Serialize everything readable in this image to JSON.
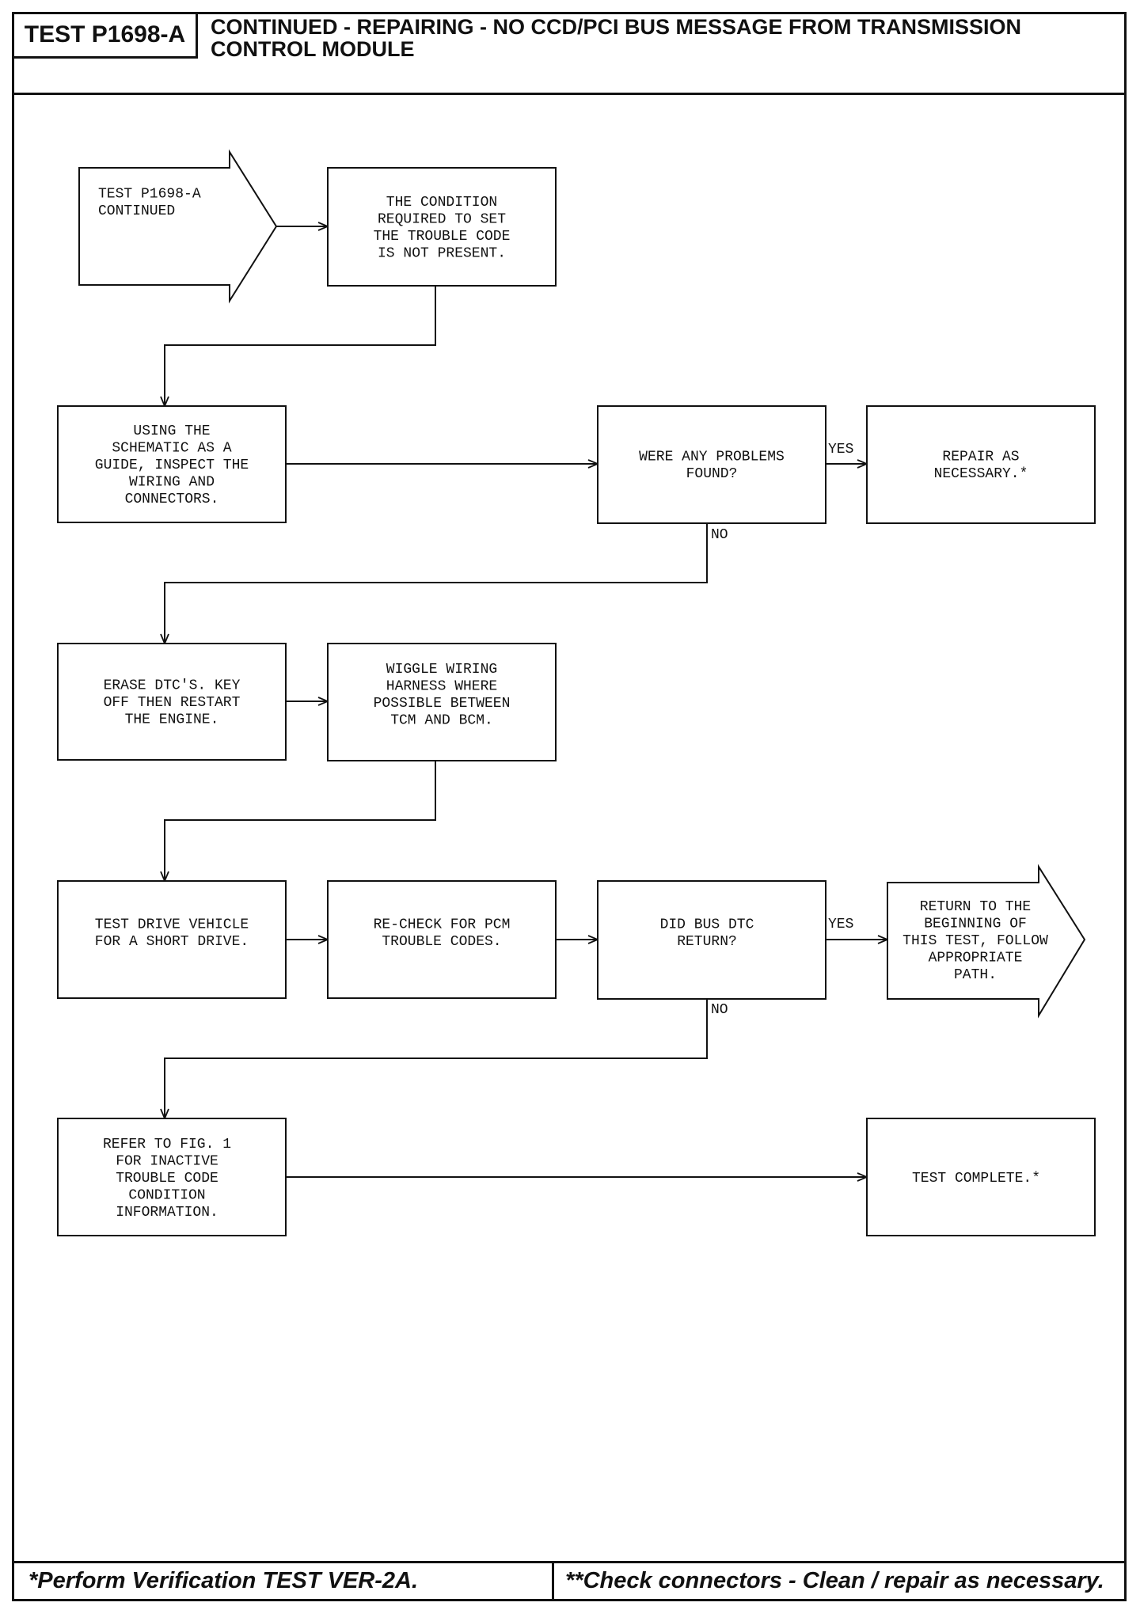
{
  "header": {
    "test_id": "TEST P1698-A",
    "title_line1": "CONTINUED - REPAIRING - NO CCD/PCI BUS MESSAGE FROM TRANSMISSION",
    "title_line2": "CONTROL MODULE"
  },
  "footer": {
    "left": "*Perform Verification TEST VER-2A.",
    "right": "**Check connectors - Clean / repair as necessary."
  },
  "nodes": {
    "start": [
      "TEST P1698-A",
      "CONTINUED"
    ],
    "condition": [
      "THE CONDITION",
      "REQUIRED TO SET",
      "THE TROUBLE CODE",
      "IS NOT PRESENT."
    ],
    "inspect": [
      "USING THE",
      "SCHEMATIC AS A",
      "GUIDE, INSPECT THE",
      "WIRING AND",
      "CONNECTORS."
    ],
    "problems": [
      "WERE ANY PROBLEMS",
      "FOUND?"
    ],
    "repair": [
      "REPAIR AS",
      "NECESSARY.*"
    ],
    "erase": [
      "ERASE DTC'S. KEY",
      "OFF THEN RESTART",
      "THE ENGINE."
    ],
    "wiggle": [
      "WIGGLE WIRING",
      "HARNESS WHERE",
      "POSSIBLE BETWEEN",
      "TCM AND BCM."
    ],
    "drive": [
      "TEST DRIVE VEHICLE",
      "FOR A SHORT DRIVE."
    ],
    "recheck": [
      "RE-CHECK FOR PCM",
      "TROUBLE CODES."
    ],
    "bus_return": [
      "DID BUS DTC",
      "RETURN?"
    ],
    "return_begin": [
      "RETURN TO THE",
      "BEGINNING OF",
      "THIS TEST, FOLLOW",
      "APPROPRIATE",
      "PATH."
    ],
    "refer": [
      "REFER TO FIG. 1",
      "FOR INACTIVE",
      "TROUBLE CODE",
      "CONDITION",
      "INFORMATION."
    ],
    "complete": [
      "TEST COMPLETE.*"
    ]
  },
  "labels": {
    "yes1": "YES",
    "no1": "NO",
    "yes2": "YES",
    "no2": "NO"
  }
}
